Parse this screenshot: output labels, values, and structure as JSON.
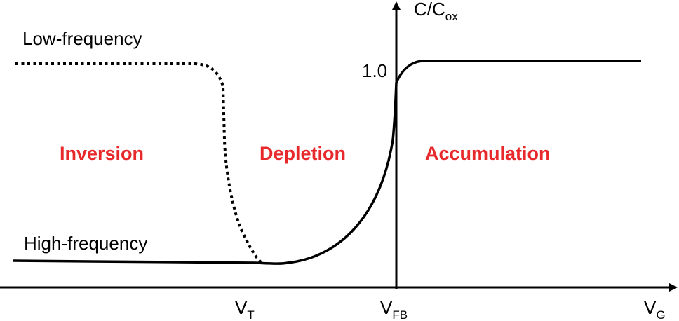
{
  "diagram": {
    "y_axis": {
      "label_main": "C/C",
      "label_sub": "ox",
      "tick_label": "1.0"
    },
    "x_axis": {
      "label_main": "V",
      "label_sub": "G",
      "markers": [
        {
          "main": "V",
          "sub": "T"
        },
        {
          "main": "V",
          "sub": "FB"
        }
      ]
    },
    "curves": [
      {
        "name": "Low-frequency",
        "style": "dotted"
      },
      {
        "name": "High-frequency",
        "style": "solid"
      }
    ],
    "regions": [
      {
        "name": "Inversion"
      },
      {
        "name": "Depletion"
      },
      {
        "name": "Accumulation"
      }
    ],
    "colors": {
      "curve": "#000000",
      "region_label": "#e8292b",
      "axis": "#000000"
    }
  }
}
